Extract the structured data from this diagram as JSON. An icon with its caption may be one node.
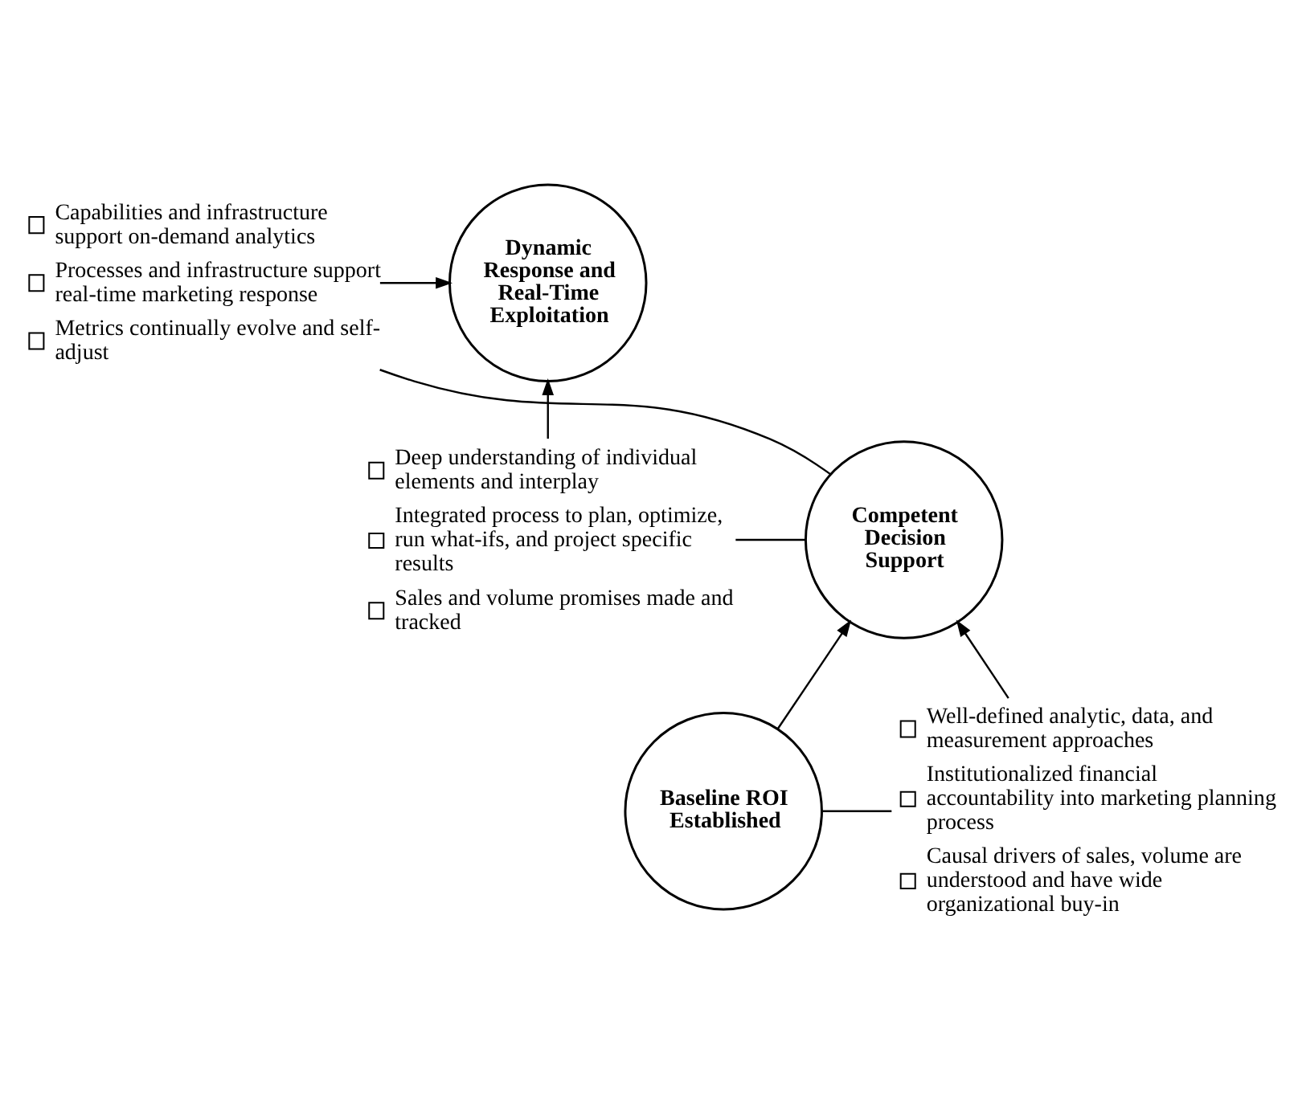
{
  "diagram": {
    "nodes": [
      {
        "text": [
          "Dynamic Response and Real-Time Exploitation"
        ]
      },
      {
        "text": [
          "Capabilities and infrastructure support on-demand analytics",
          "Processes and infrastructure support real-time marketing response",
          "Metrics continually evolve and self-adjust"
        ]
      },
      {
        "text": [
          "Competent Decision Support"
        ]
      },
      {
        "text": [
          "Deep understanding of individual elements and interplay",
          "Integrated process to plan, optimize, run what-ifs, and project specific results",
          "Sales and volume promises made and tracked"
        ]
      },
      {
        "text": [
          "Baseline ROI Established"
        ]
      },
      {
        "text": [
          "Well-defined analytic, data, and measurement approaches",
          "Institutionalized financial accountability into marketing planning process",
          "Causal drivers of sales, volume are understood and have wide organizational buy-in"
        ]
      }
    ],
    "edges": [
      {
        "from": 4,
        "to": 2,
        "arrow": "to"
      },
      {
        "from": 1,
        "to": 0,
        "arrow": "to"
      },
      {
        "from": 3,
        "to": 0,
        "arrow": "to"
      },
      {
        "from": 5,
        "to": 2,
        "arrow": "to"
      },
      {
        "from": 2,
        "to": 1,
        "arrow": "none"
      },
      {
        "from": 2,
        "to": 3,
        "arrow": "none"
      },
      {
        "from": 4,
        "to": 5,
        "arrow": "none"
      }
    ]
  }
}
